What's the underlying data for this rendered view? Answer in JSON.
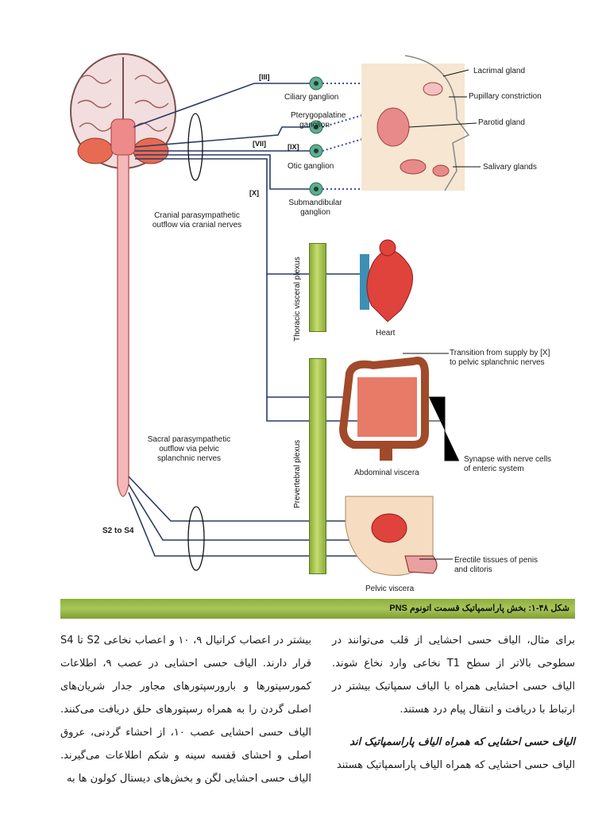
{
  "figure": {
    "labels": {
      "cn3": "[III]",
      "cn7": "[VII]",
      "cn9": "[IX]",
      "cn10": "[X]",
      "ciliary": "Ciliary ganglion",
      "pterygo_1": "Pterygopalatine",
      "pterygo_2": "ganglion",
      "otic": "Otic ganglion",
      "submand_1": "Submandibular",
      "submand_2": "ganglion",
      "cranial_1": "Cranial parasympathetic",
      "cranial_2": "outflow via cranial nerves",
      "lacrimal": "Lacrimal gland",
      "pupillary": "Pupillary constriction",
      "parotid": "Parotid gland",
      "salivary": "Salivary glands",
      "thoracic_plexus": "Thoracic visceral plexus",
      "heart": "Heart",
      "transition_1": "Transition from supply by [X]",
      "transition_2": "to pelvic splanchnic nerves",
      "prevertebral_plexus": "Prevertebral plexus",
      "sacral_1": "Sacral parasympathetic",
      "sacral_2": "outflow via pelvic",
      "sacral_3": "splanchnic nerves",
      "abdominal": "Abdominal viscera",
      "synapse_1": "Synapse with nerve cells",
      "synapse_2": "of enteric system",
      "s2s4": "S2 to S4",
      "erectile_1": "Erectile tissues of penis",
      "erectile_2": "and clitoris",
      "pelvic": "Pelvic viscera"
    },
    "caption": "شکل ۴۸-۱: بخش پاراسمپاتیک قسمت اتونوم PNS",
    "colors": {
      "caption_bar": "#8db03e",
      "plexus": "#a8c65a",
      "nerve_line": "#2a3a66",
      "ganglion": "#3e8c7a",
      "organ": "#e0423c"
    }
  },
  "text": {
    "right_col": {
      "p1": "برای مثال، الیاف حسی احشایی از قلب می‌توانند در سطوحی بالاتر از سطح T1 نخاعی وارد نخاع شوند. الیاف حسی احشایی همراه با الیاف سمپاتیک بیشتر در ارتباط با دریافت و انتقال پیام درد هستند.",
      "heading": "الیاف حسی احشایی که همراه الیاف پاراسمپاتیک اند",
      "p2": "الیاف حسی احشایی که همراه الیاف پاراسمپاتیک هستند"
    },
    "left_col": {
      "p1": "بیشتر در اعصاب کرانیال ۹، ۱۰ و اعصاب نخاعی S2 تا S4 قرار دارند. الیاف حسی احشایی در عصب ۹، اطلاعات کمورسپتورها و بارورسپتورهای مجاور جدار شریان‌های اصلی گردن را به همراه رسپتورهای حلق دریافت می‌کنند. الیاف حسی احشایی عصب ۱۰، از احشاء گردنی، عروق اصلی و احشای قفسه سینه و شکم اطلاعات می‌گیرند. الیاف حسی احشایی لگن و بخش‌های دیستال کولون ها به"
    }
  }
}
